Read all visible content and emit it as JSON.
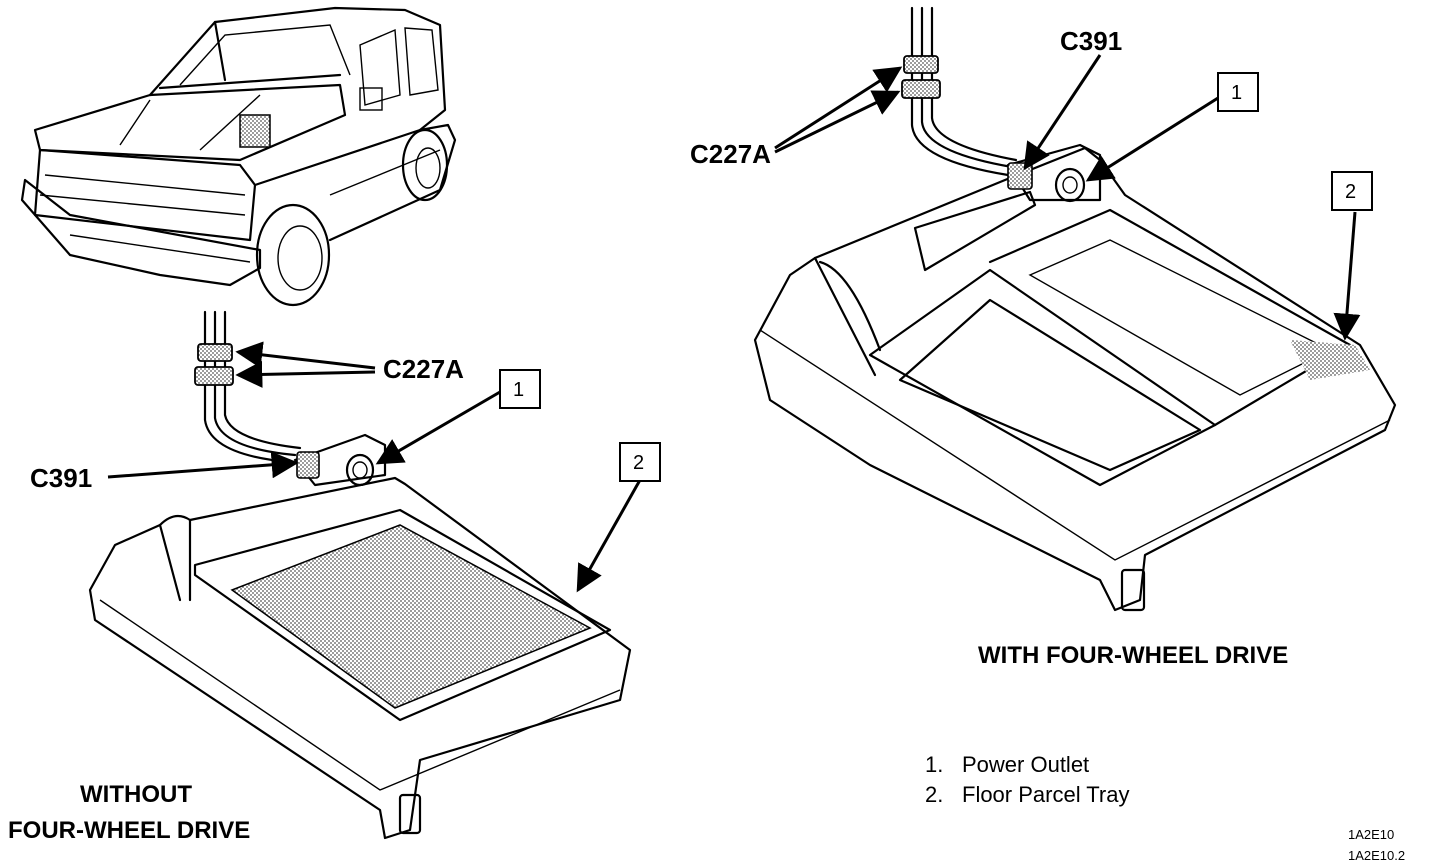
{
  "connectors": {
    "c227a": "C227A",
    "c391": "C391"
  },
  "callouts": {
    "one": "1",
    "two": "2"
  },
  "captions": {
    "without_line1": "WITHOUT",
    "without_line2": "FOUR-WHEEL DRIVE",
    "with": "WITH FOUR-WHEEL DRIVE"
  },
  "legend": [
    {
      "num": "1.",
      "text": "Power Outlet"
    },
    {
      "num": "2.",
      "text": "Floor Parcel Tray"
    }
  ],
  "figure_refs": [
    "1A2E10",
    "1A2E10.2"
  ],
  "colors": {
    "ink": "#000000",
    "paper": "#ffffff",
    "stipple": "#8a8a8a"
  }
}
